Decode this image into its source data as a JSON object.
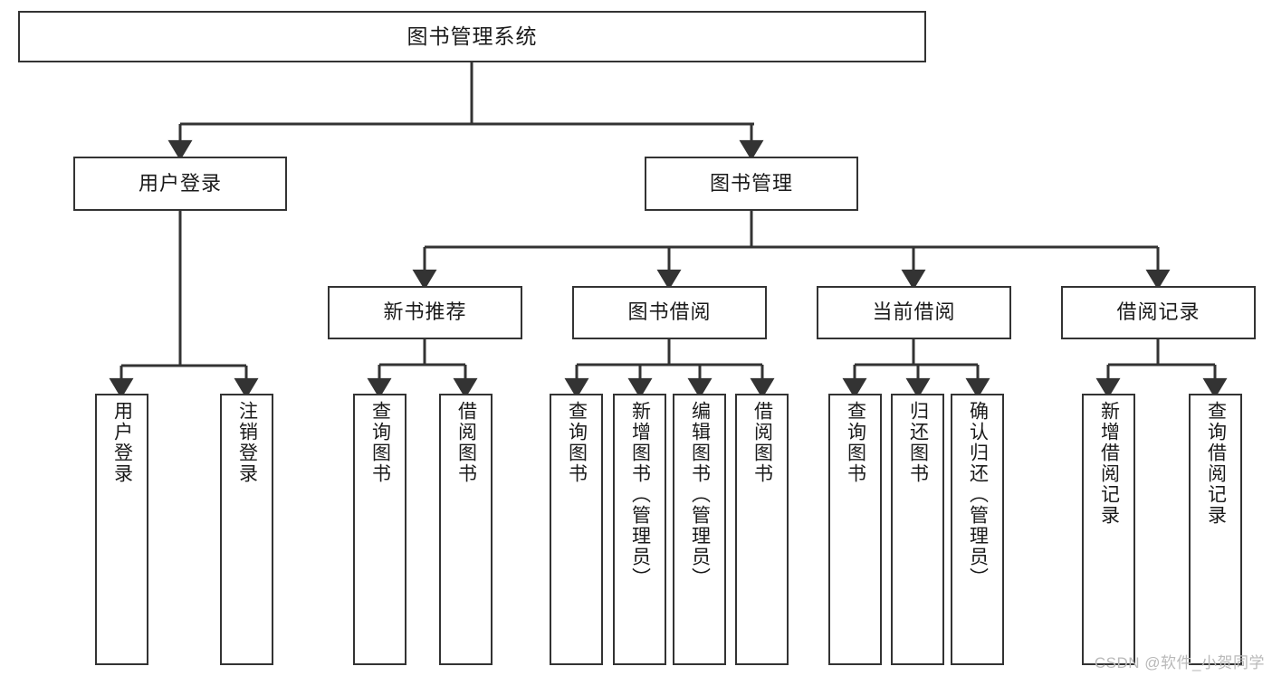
{
  "diagram": {
    "type": "tree-hierarchy-diagram",
    "title": "图书管理系统",
    "watermark": "CSDN @软件_小贺同学",
    "colors": {
      "box_border": "#333333",
      "box_fill": "#ffffff",
      "connector": "#333333",
      "text": "#1a1a1a",
      "watermark": "#b9b9b9",
      "background": "#ffffff"
    },
    "nodes": {
      "root": {
        "label": "图书管理系统"
      },
      "level2": [
        {
          "id": "user-login",
          "label": "用户登录"
        },
        {
          "id": "book-manage",
          "label": "图书管理"
        }
      ],
      "level3": [
        {
          "id": "new-book-recommend",
          "label": "新书推荐"
        },
        {
          "id": "book-borrow",
          "label": "图书借阅"
        },
        {
          "id": "current-borrow",
          "label": "当前借阅"
        },
        {
          "id": "borrow-record",
          "label": "借阅记录"
        }
      ],
      "leaves": {
        "user-login": [
          {
            "id": "leaf-user-login",
            "label": "用户登录"
          },
          {
            "id": "leaf-logout-login",
            "label": "注销登录"
          }
        ],
        "new-book-recommend": [
          {
            "id": "leaf-query-book-1",
            "label": "查询图书"
          },
          {
            "id": "leaf-borrow-book-1",
            "label": "借阅图书"
          }
        ],
        "book-borrow": [
          {
            "id": "leaf-query-book-2",
            "label": "查询图书"
          },
          {
            "id": "leaf-add-book-admin",
            "label": "新增图书（管理员）"
          },
          {
            "id": "leaf-edit-book-admin",
            "label": "编辑图书（管理员）"
          },
          {
            "id": "leaf-borrow-book-2",
            "label": "借阅图书"
          }
        ],
        "current-borrow": [
          {
            "id": "leaf-query-book-3",
            "label": "查询图书"
          },
          {
            "id": "leaf-return-book",
            "label": "归还图书"
          },
          {
            "id": "leaf-confirm-return-admin",
            "label": "确认归还（管理员）"
          }
        ],
        "borrow-record": [
          {
            "id": "leaf-add-borrow-record",
            "label": "新增借阅记录"
          },
          {
            "id": "leaf-query-borrow-record",
            "label": "查询借阅记录"
          }
        ]
      }
    }
  }
}
